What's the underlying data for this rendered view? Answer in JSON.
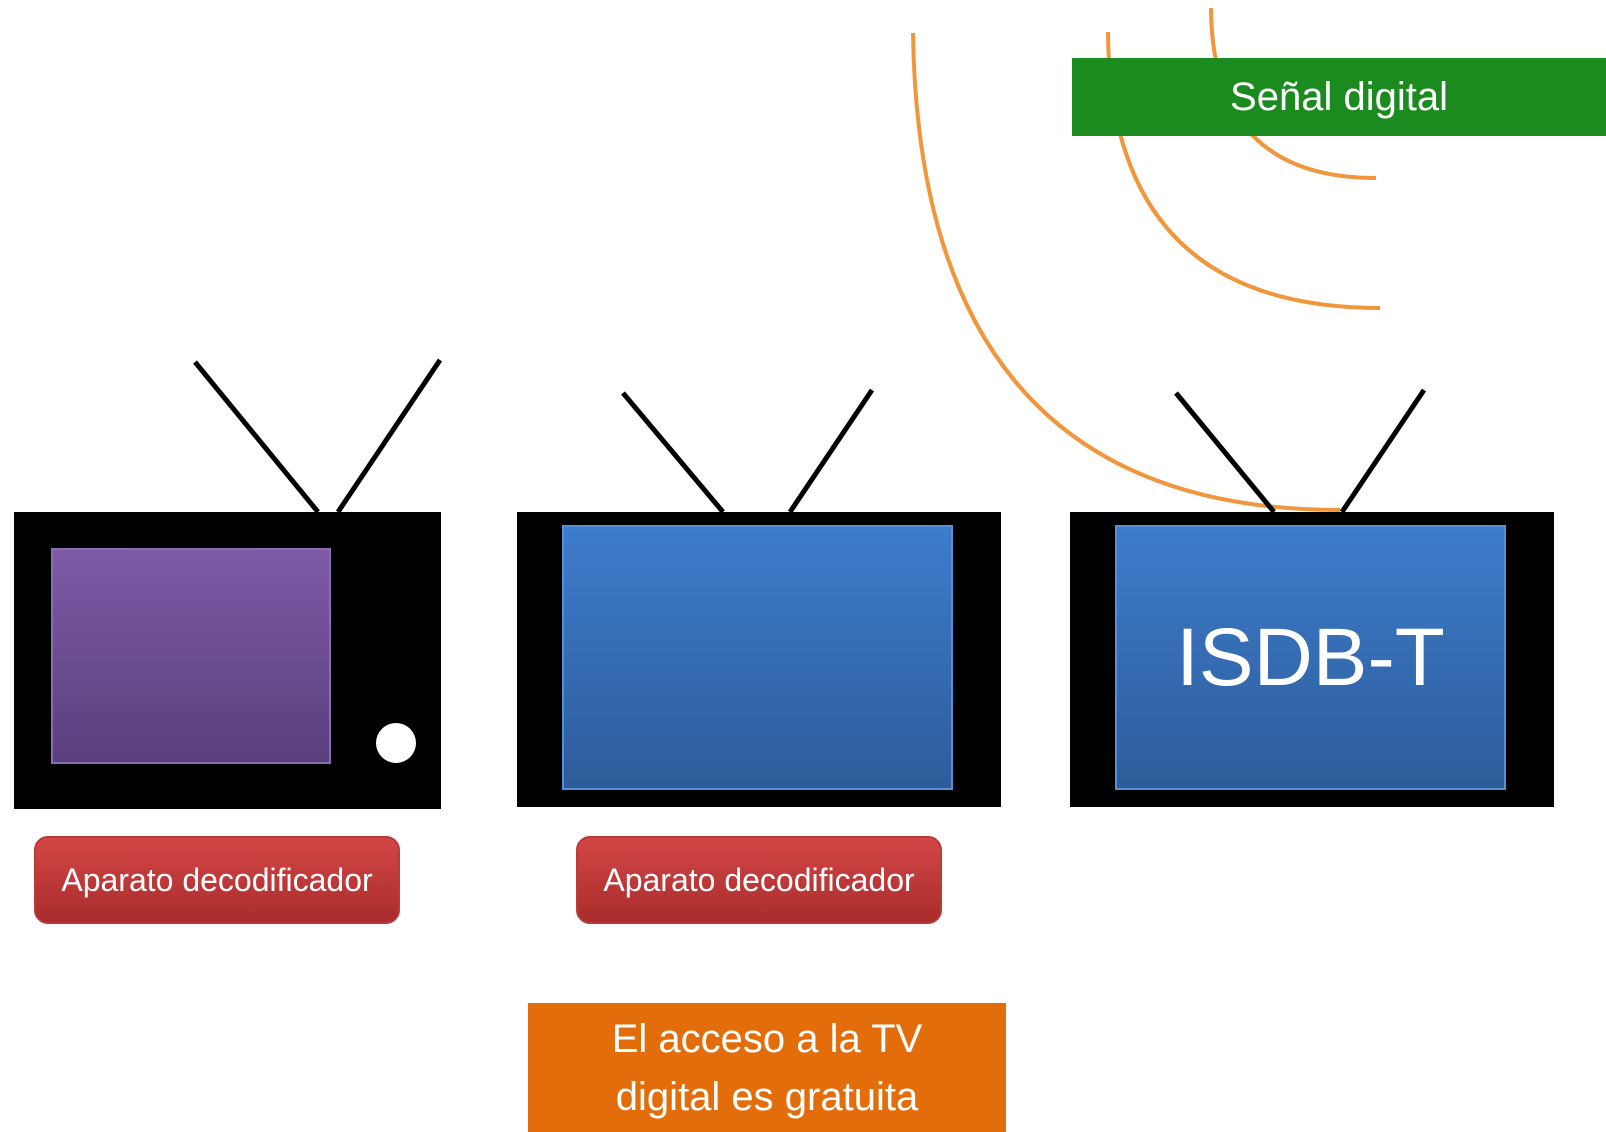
{
  "signal_label": "Señal digital",
  "tvs": [
    {
      "name": "tv-analog",
      "decoder_label": "Aparato decodificador"
    },
    {
      "name": "tv-flat",
      "decoder_label": "Aparato decodificador"
    },
    {
      "name": "tv-digital",
      "screen_text": "ISDB-T"
    }
  ],
  "note": {
    "line1": "El acceso a la TV",
    "line2": "digital es gratuita"
  },
  "colors": {
    "signal_arcs": "#f0963c",
    "signal_banner": "#1b8a1f",
    "decoder_button": "#c43838",
    "note_banner": "#e26d0a",
    "analog_screen": "#6f4f96",
    "digital_screen": "#3670b8"
  }
}
